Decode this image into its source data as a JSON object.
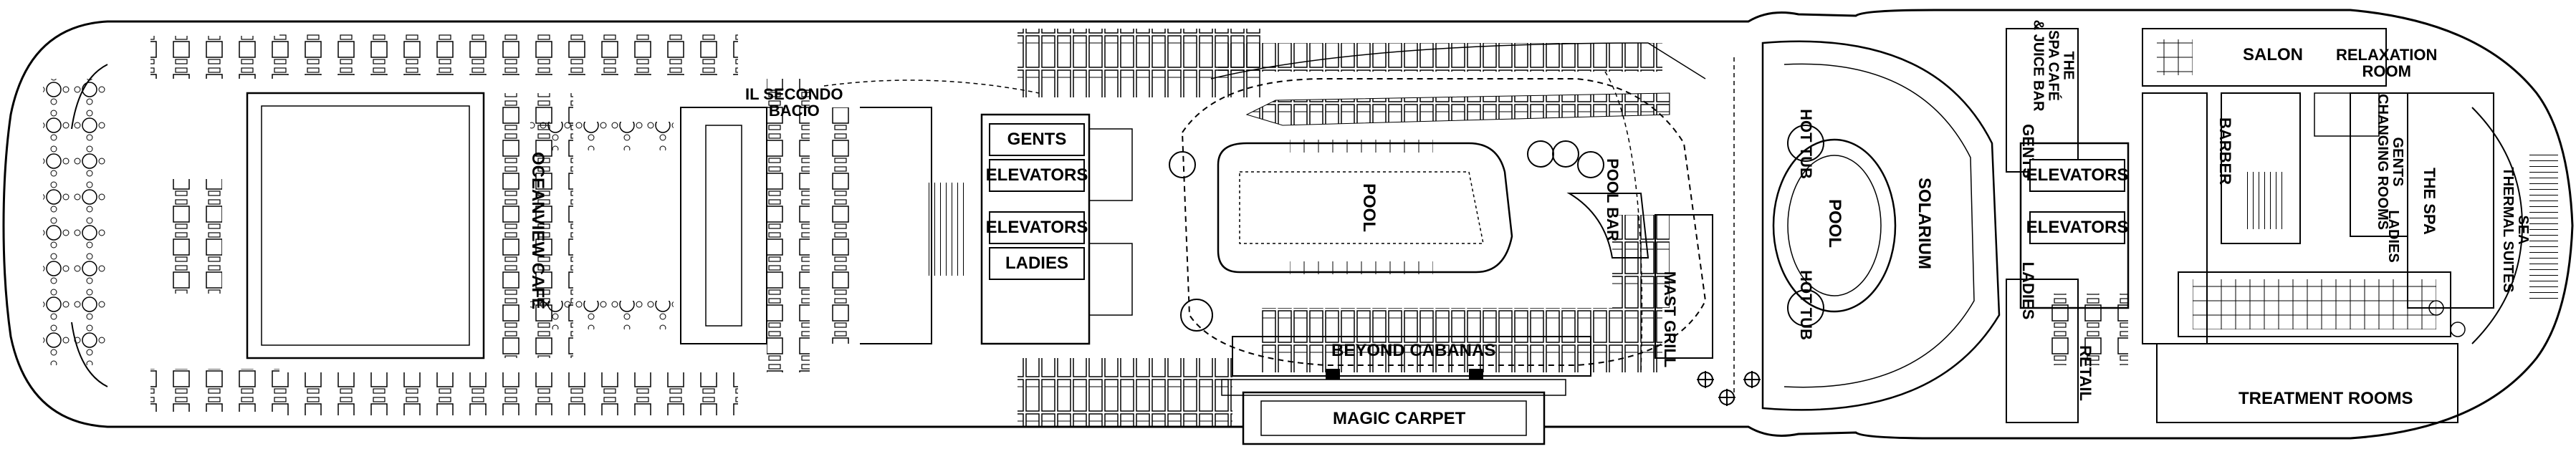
{
  "deck_plan": {
    "venues": {
      "oceanview_cafe": "OCEANVIEW CAFÉ",
      "il_secondo_bacio_line1": "IL SECONDO",
      "il_secondo_bacio_line2": "BACIO",
      "gents": "GENTS",
      "elevators": "ELEVATORS",
      "ladies": "LADIES",
      "pool": "POOL",
      "pool_bar": "POOL BAR",
      "mast_grill": "MAST GRILL",
      "beyond_cabanas": "BEYOND CABANAS",
      "magic_carpet": "MAGIC CARPET",
      "hot_tub": "HOT TUB",
      "solarium": "SOLARIUM",
      "spa_cafe_line1": "THE",
      "spa_cafe_line2": "SPA CAFÉ",
      "spa_cafe_line3": "& JUICE BAR",
      "retail": "RETAIL",
      "salon": "SALON",
      "relaxation_room_line1": "RELAXATION",
      "relaxation_room_line2": "ROOM",
      "barber": "BARBER",
      "gents_changing_line1": "GENTS",
      "gents_changing_line2": "CHANGING ROOMS",
      "ladies_changing": "LADIES",
      "the_spa": "THE SPA",
      "sea_thermal_line1": "SEA",
      "sea_thermal_line2": "THERMAL SUITES",
      "treatment_rooms": "TREATMENT ROOMS"
    }
  }
}
